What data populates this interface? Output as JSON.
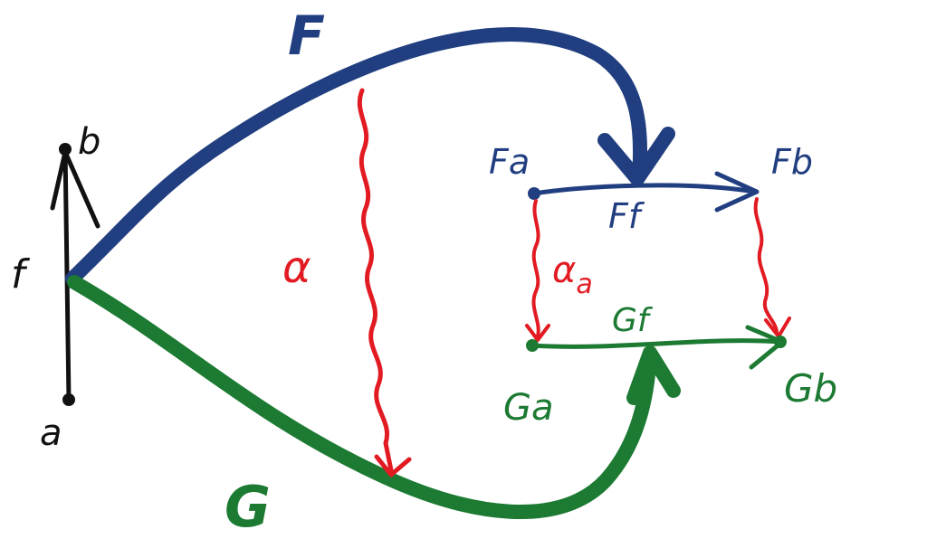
{
  "colors": {
    "blue": "#213f80",
    "green": "#1c7a32",
    "red": "#e21b23",
    "black": "#111111"
  },
  "labels": {
    "b": "b",
    "f": "f",
    "a": "a",
    "F": "F",
    "G": "G",
    "alpha": "α",
    "Fa": "Fa",
    "Fb": "Fb",
    "Ff": "Ff",
    "alpha_a_base": "α",
    "alpha_a_sub": "a",
    "Gf": "Gf",
    "Ga": "Ga",
    "Gb": "Gb"
  }
}
